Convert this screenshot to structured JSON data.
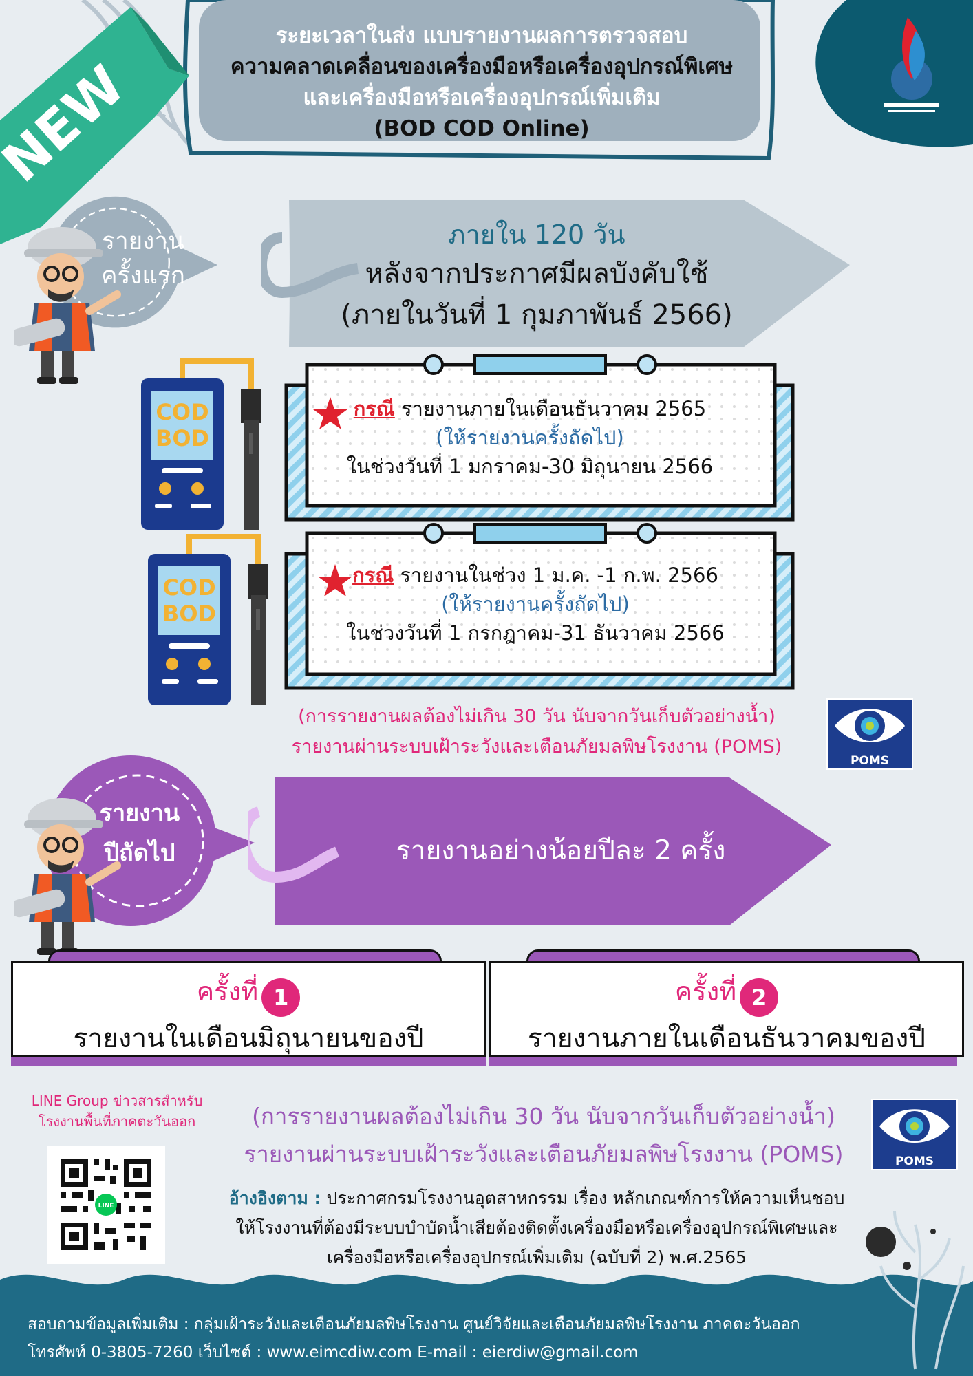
{
  "header": {
    "line1_highlight": "ระยะเวลาในส่ง",
    "line1_rest": " แบบรายงานผลการตรวจสอบ",
    "line2": "ความคลาดเคลื่อนของเครื่องมือหรือเครื่องอุปกรณ์พิเศษ",
    "line3": "และเครื่องมือหรือเครื่องอุปกรณ์เพิ่มเติม",
    "line4": "(BOD COD Online)",
    "new_badge": "NEW"
  },
  "first_report": {
    "bubble_line1": "รายงาน",
    "bubble_line2": "ครั้งแรก",
    "deadline": "ภายใน 120 วัน",
    "after": "หลังจากประกาศมีผลบังคับใช้",
    "within": "(ภายในวันที่ 1 กุมภาพันธ์ 2566)"
  },
  "device": {
    "label1": "COD",
    "label2": "BOD"
  },
  "cases": [
    {
      "keyword": "กรณี",
      "condition": " รายงานภายในเดือนธันวาคม 2565",
      "next": "(ให้รายงานครั้งถัดไป)",
      "period": "ในช่วงวันที่ 1 มกราคม-30 มิถุนายน 2566"
    },
    {
      "keyword": "กรณี",
      "condition": " รายงานในช่วง 1 ม.ค. -1 ก.พ. 2566",
      "next": "(ให้รายงานครั้งถัดไป)",
      "period": "ในช่วงวันที่ 1 กรกฎาคม-31 ธันวาคม 2566"
    }
  ],
  "notes": {
    "limit": "(การรายงานผลต้องไม่เกิน 30 วัน นับจากวันเก็บตัวอย่างน้ำ)",
    "system": "รายงานผ่านระบบเฝ้าระวังและเตือนภัยมลพิษโรงงาน (POMS)"
  },
  "poms": {
    "label": "POMS"
  },
  "following_report": {
    "bubble_line1": "รายงาน",
    "bubble_line2": "ปีถัดไป",
    "frequency": "รายงานอย่างน้อยปีละ 2 ครั้ง"
  },
  "times": [
    {
      "label": "ครั้งที่",
      "num": "1",
      "desc": "รายงานในเดือนมิถุนายนของปี"
    },
    {
      "label": "ครั้งที่",
      "num": "2",
      "desc": "รายงานภายในเดือนธันวาคมของปี"
    }
  ],
  "line_group": {
    "line1": "LINE Group ข่าวสารสำหรับ",
    "line2": "โรงงานพื้นที่ภาคตะวันออก",
    "qr_badge": "LINE"
  },
  "reference": {
    "label": "อ้างอิงตาม :",
    "line1": " ประกาศกรมโรงงานอุตสาหกรรม เรื่อง หลักเกณฑ์การให้ความเห็นชอบ",
    "line2": "ให้โรงงานที่ต้องมีระบบบำบัดน้ำเสียต้องติดตั้งเครื่องมือหรือเครื่องอุปกรณ์พิเศษและ",
    "line3": "เครื่องมือหรือเครื่องอุปกรณ์เพิ่มเติม (ฉบับที่ 2) พ.ศ.2565"
  },
  "footer": {
    "line1": "สอบถามข้อมูลเพิ่มเติม : กลุ่มเฝ้าระวังและเตือนภัยมลพิษโรงงาน  ศูนย์วิจัยและเตือนภัยมลพิษโรงงาน ภาคตะวันออก",
    "line2": "โทรศัพท์ 0-3805-7260  เว็บไซต์ : www.eimcdiw.com   E-mail : eierdiw@gmail.com"
  },
  "colors": {
    "teal": "#1f6b86",
    "header_box": "#9fb0bd",
    "purple": "#9b58b8",
    "pink": "#e0287a",
    "red": "#e0222f",
    "navy": "#1d3d8e",
    "green": "#2fb391",
    "stripe": "#8fd0ec"
  }
}
